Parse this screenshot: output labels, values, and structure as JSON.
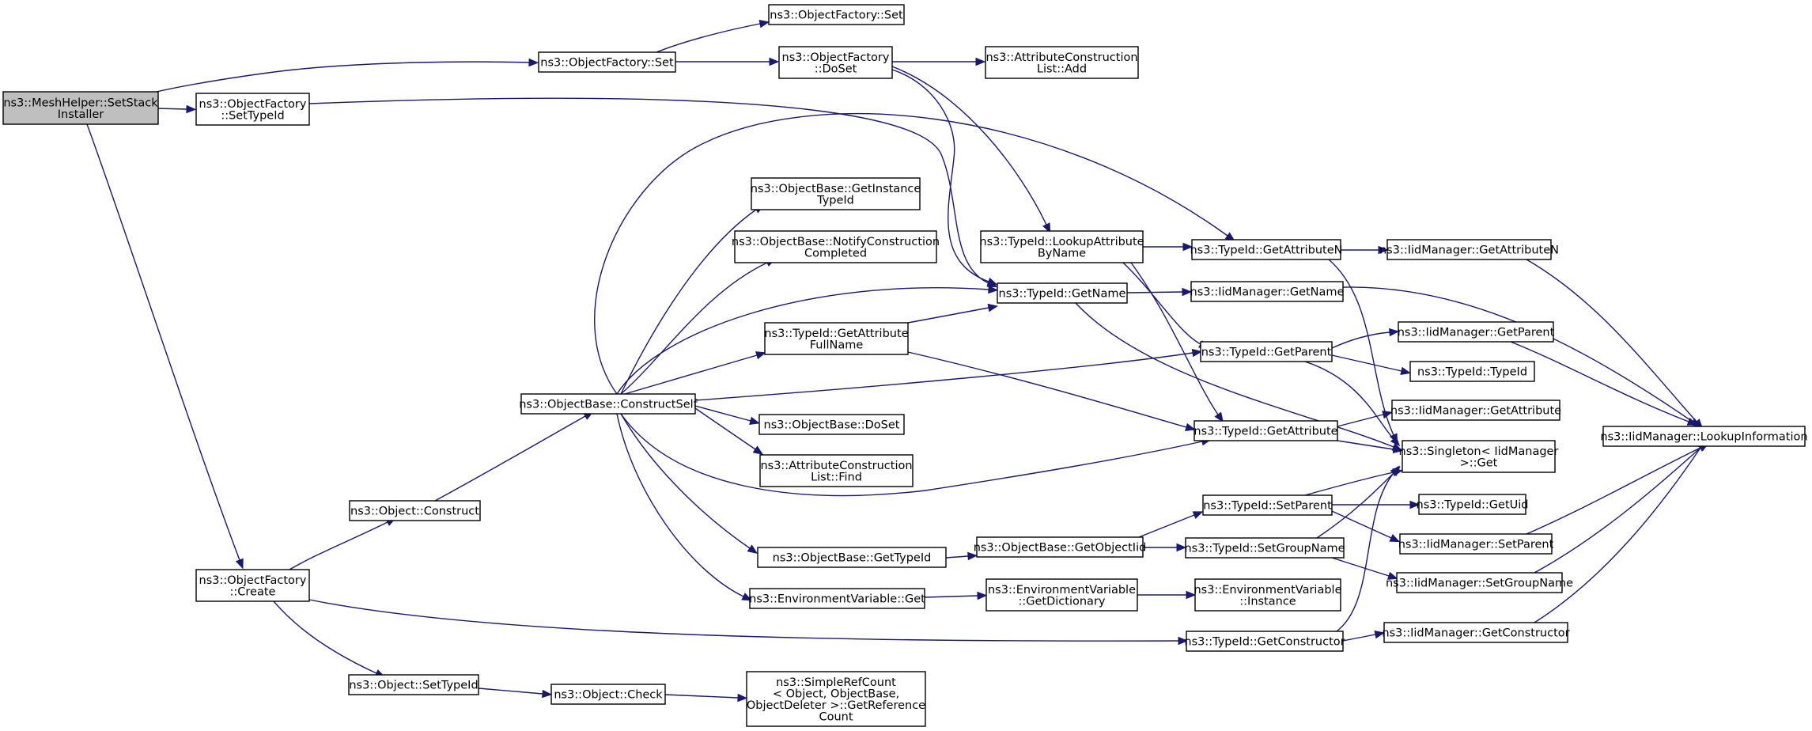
{
  "colors": {
    "edge": "#191970",
    "root_fill": "#bfbfbf",
    "node_fill": "#ffffff",
    "node_stroke": "#000000"
  },
  "nodes": {
    "root": [
      "ns3::MeshHelper::SetStack",
      "Installer"
    ],
    "ofSet1": [
      "ns3::ObjectFactory::Set"
    ],
    "ofSet2": [
      "ns3::ObjectFactory::Set"
    ],
    "ofDoSet": [
      "ns3::ObjectFactory",
      "::DoSet"
    ],
    "acAdd": [
      "ns3::AttributeConstruction",
      "List::Add"
    ],
    "ofSetTypeId": [
      "ns3::ObjectFactory",
      "::SetTypeId"
    ],
    "obGetInstance": [
      "ns3::ObjectBase::GetInstance",
      "TypeId"
    ],
    "obNotify": [
      "ns3::ObjectBase::NotifyConstruction",
      "Completed"
    ],
    "tidLookup": [
      "ns3::TypeId::LookupAttribute",
      "ByName"
    ],
    "tidGetAttrN": [
      "ns3::TypeId::GetAttributeN"
    ],
    "iidGetAttrN": [
      "ns3::IidManager::GetAttributeN"
    ],
    "tidGetName": [
      "ns3::TypeId::GetName"
    ],
    "iidGetName": [
      "ns3::IidManager::GetName"
    ],
    "tidGetAttrFull": [
      "ns3::TypeId::GetAttribute",
      "FullName"
    ],
    "tidGetParent": [
      "ns3::TypeId::GetParent"
    ],
    "iidGetParent": [
      "ns3::IidManager::GetParent"
    ],
    "tidTypeId": [
      "ns3::TypeId::TypeId"
    ],
    "obConstructSelf": [
      "ns3::ObjectBase::ConstructSelf"
    ],
    "obDoSet": [
      "ns3::ObjectBase::DoSet"
    ],
    "iidGetAttr": [
      "ns3::IidManager::GetAttribute"
    ],
    "tidGetAttr": [
      "ns3::TypeId::GetAttribute"
    ],
    "singleton": [
      "ns3::Singleton< IidManager",
      " >::Get"
    ],
    "iidLookupInfo": [
      "ns3::IidManager::LookupInformation"
    ],
    "acFind": [
      "ns3::AttributeConstruction",
      "List::Find"
    ],
    "objConstruct": [
      "ns3::Object::Construct"
    ],
    "tidSetParent": [
      "ns3::TypeId::SetParent"
    ],
    "tidGetUid": [
      "ns3::TypeId::GetUid"
    ],
    "iidSetParent": [
      "ns3::IidManager::SetParent"
    ],
    "obGetObjectIid": [
      "ns3::ObjectBase::GetObjectIid"
    ],
    "tidSetGroupName": [
      "ns3::TypeId::SetGroupName"
    ],
    "obGetTypeId": [
      "ns3::ObjectBase::GetTypeId"
    ],
    "iidSetGroupName": [
      "ns3::IidManager::SetGroupName"
    ],
    "ofCreate": [
      "ns3::ObjectFactory",
      "::Create"
    ],
    "envGet": [
      "ns3::EnvironmentVariable::Get"
    ],
    "envGetDict": [
      "ns3::EnvironmentVariable",
      "::GetDictionary"
    ],
    "envInstance": [
      "ns3::EnvironmentVariable",
      "::Instance"
    ],
    "tidGetCtor": [
      "ns3::TypeId::GetConstructor"
    ],
    "iidGetCtor": [
      "ns3::IidManager::GetConstructor"
    ],
    "objSetTypeId": [
      "ns3::Object::SetTypeId"
    ],
    "objCheck": [
      "ns3::Object::Check"
    ],
    "srcGetRef": [
      "ns3::SimpleRefCount",
      "< Object, ObjectBase,",
      " ObjectDeleter >::GetReference",
      "Count"
    ]
  }
}
